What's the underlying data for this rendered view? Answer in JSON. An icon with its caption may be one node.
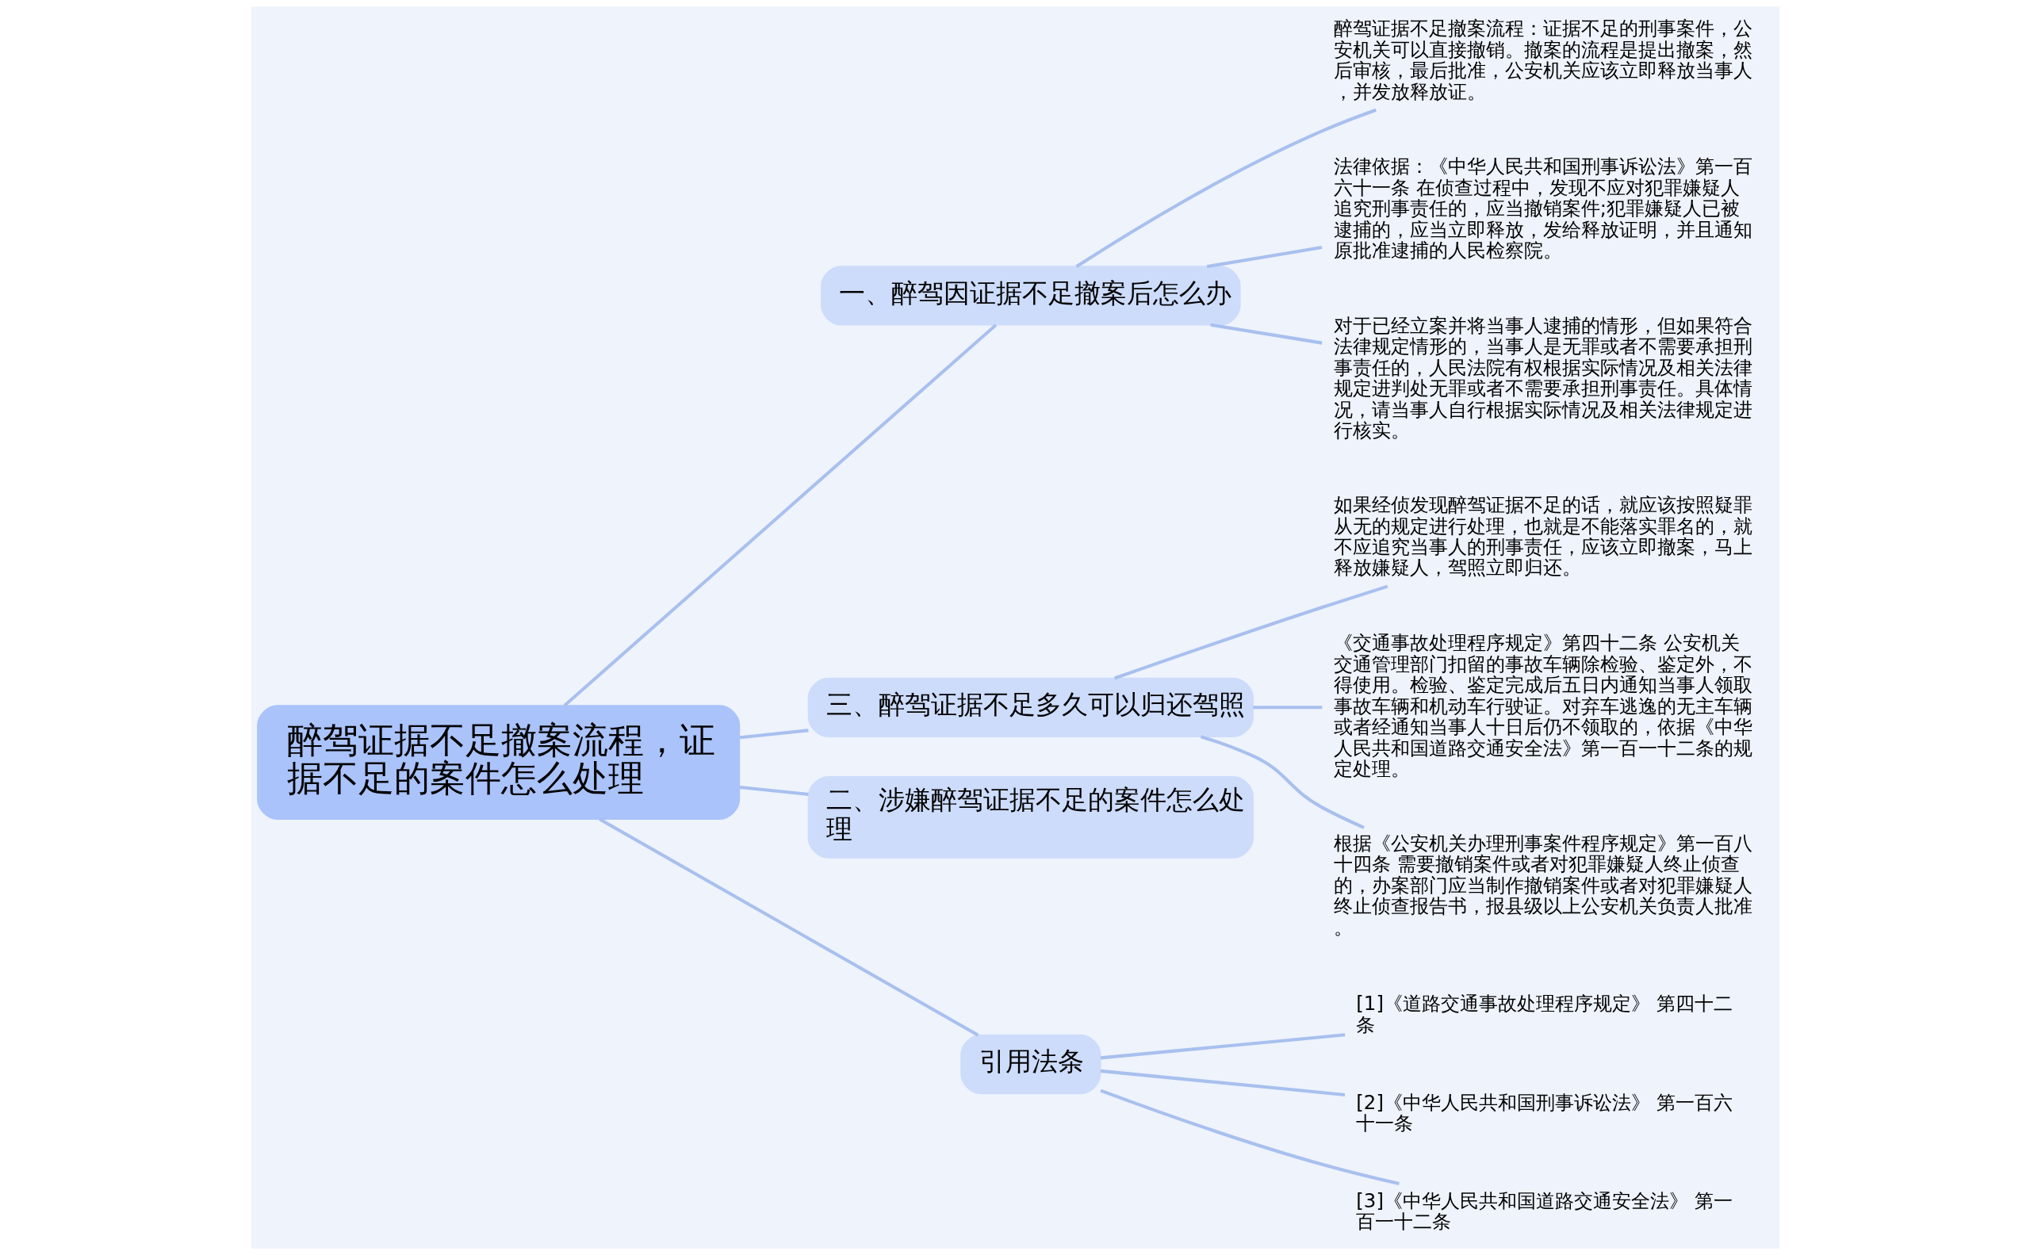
{
  "diagram": {
    "nodes": [
      {
        "text": [
          "醉驾证据不足撤案流程，证据不足的案件怎么处理"
        ]
      },
      {
        "text": [
          "一、醉驾因证据不足撤案后怎么办"
        ]
      },
      {
        "text": [
          "醉驾证据不足撤案流程：证据不足的刑事案件，公安机关可以直接撤销。撤案的流程是提出撤案，然后审核，最后批准，公安机关应该立即释放当事人，并发放释放证。"
        ]
      },
      {
        "text": [
          "法律依据：《中华人民共和国刑事诉讼法》第一百六十一条 在侦查过程中，发现不应对犯罪嫌疑人追究刑事责任的，应当撤销案件;犯罪嫌疑人已被逮捕的，应当立即释放，发给释放证明，并且通知原批准逮捕的人民检察院。"
        ]
      },
      {
        "text": [
          "对于已经立案并将当事人逮捕的情形，但如果符合法律规定情形的，当事人是无罪或者不需要承担刑事责任的，人民法院有权根据实际情况及相关法律规定进判处无罪或者不需要承担刑事责任。具体情况，请当事人自行根据实际情况及相关法律规定进行核实。"
        ]
      },
      {
        "text": [
          "三、醉驾证据不足多久可以归还驾照"
        ]
      },
      {
        "text": [
          "如果经侦发现醉驾证据不足的话，就应该按照疑罪从无的规定进行处理，也就是不能落实罪名的，就不应追究当事人的刑事责任，应该立即撤案，马上释放嫌疑人，驾照立即归还。"
        ]
      },
      {
        "text": [
          "《交通事故处理程序规定》第四十二条 公安机关交通管理部门扣留的事故车辆除检验、鉴定外，不得使用。检验、鉴定完成后五日内通知当事人领取事故车辆和机动车行驶证。对弃车逃逸的无主车辆或者经通知当事人十日后仍不领取的，依据《中华人民共和国道路交通安全法》第一百一十二条的规定处理。"
        ]
      },
      {
        "text": [
          "根据《公安机关办理刑事案件程序规定》第一百八十四条 需要撤销案件或者对犯罪嫌疑人终止侦查的，办案部门应当制作撤销案件或者对犯罪嫌疑人终止侦查报告书，报县级以上公安机关负责人批准。"
        ]
      },
      {
        "text": [
          "二、涉嫌醉驾证据不足的案件怎么处理"
        ]
      },
      {
        "text": [
          "引用法条"
        ]
      },
      {
        "text": [
          "[1]《道路交通事故处理程序规定》 第四十二条"
        ]
      },
      {
        "text": [
          "[2]《中华人民共和国刑事诉讼法》 第一百六十一条"
        ]
      },
      {
        "text": [
          "[3]《中华人民共和国道路交通安全法》 第一百一十二条"
        ]
      }
    ],
    "edges": [
      {
        "from": 0,
        "to": 1,
        "arrow": "none"
      },
      {
        "from": 1,
        "to": 2,
        "arrow": "none"
      },
      {
        "from": 1,
        "to": 3,
        "arrow": "none"
      },
      {
        "from": 1,
        "to": 4,
        "arrow": "none"
      },
      {
        "from": 0,
        "to": 5,
        "arrow": "none"
      },
      {
        "from": 5,
        "to": 6,
        "arrow": "none"
      },
      {
        "from": 5,
        "to": 7,
        "arrow": "none"
      },
      {
        "from": 5,
        "to": 8,
        "arrow": "none"
      },
      {
        "from": 0,
        "to": 9,
        "arrow": "none"
      },
      {
        "from": 0,
        "to": 10,
        "arrow": "none"
      },
      {
        "from": 10,
        "to": 11,
        "arrow": "none"
      },
      {
        "from": 10,
        "to": 12,
        "arrow": "none"
      },
      {
        "from": 10,
        "to": 13,
        "arrow": "none"
      }
    ]
  }
}
